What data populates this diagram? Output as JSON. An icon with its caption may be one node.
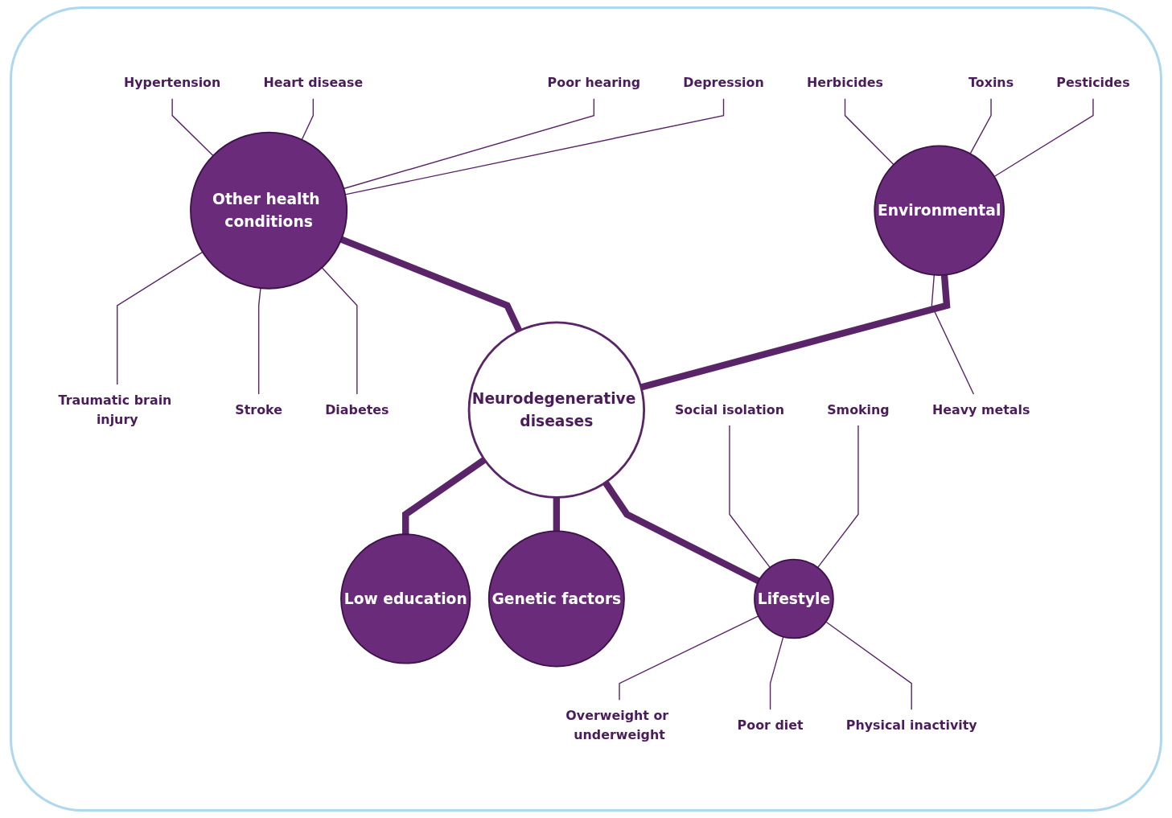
{
  "diagram": {
    "nodes": [
      {
        "text": [
          "Pesticides"
        ]
      },
      {
        "text": [
          "Toxins"
        ]
      },
      {
        "text": [
          "Environmental"
        ]
      },
      {
        "text": [
          "Herbicides"
        ]
      },
      {
        "text": [
          "Heavy metals"
        ]
      },
      {
        "text": [
          "Depression"
        ]
      },
      {
        "text": [
          "Poor hearing"
        ]
      },
      {
        "text": [
          "Heart disease"
        ]
      },
      {
        "text": [
          "Hypertension"
        ]
      },
      {
        "text": [
          "Other health conditions"
        ]
      },
      {
        "text": [
          "Diabetes"
        ]
      },
      {
        "text": [
          "Stroke"
        ]
      },
      {
        "text": [
          "Traumatic brain injury"
        ]
      },
      {
        "text": [
          "Social isolation"
        ]
      },
      {
        "text": [
          "Smoking"
        ]
      },
      {
        "text": [
          "Neurodegenerative diseases"
        ]
      },
      {
        "text": [
          "Lifestyle"
        ]
      },
      {
        "text": [
          "Physical inactivity"
        ]
      },
      {
        "text": [
          "Poor diet"
        ]
      },
      {
        "text": [
          "Genetic factors"
        ]
      },
      {
        "text": [
          "Overweight or underweight"
        ]
      },
      {
        "text": [
          "Low education"
        ]
      }
    ],
    "edges": [
      {
        "from": 15,
        "to": 2,
        "arrow": "none",
        "style": "thick"
      },
      {
        "from": 15,
        "to": 9,
        "arrow": "none",
        "style": "thick"
      },
      {
        "from": 15,
        "to": 16,
        "arrow": "none",
        "style": "thick"
      },
      {
        "from": 15,
        "to": 19,
        "arrow": "none",
        "style": "thick"
      },
      {
        "from": 15,
        "to": 21,
        "arrow": "none",
        "style": "thick"
      },
      {
        "from": 0,
        "to": 2,
        "arrow": "none"
      },
      {
        "from": 1,
        "to": 2,
        "arrow": "none"
      },
      {
        "from": 3,
        "to": 2,
        "arrow": "none"
      },
      {
        "from": 4,
        "to": 2,
        "arrow": "none"
      },
      {
        "from": 5,
        "to": 9,
        "arrow": "none"
      },
      {
        "from": 6,
        "to": 9,
        "arrow": "none"
      },
      {
        "from": 7,
        "to": 9,
        "arrow": "none"
      },
      {
        "from": 8,
        "to": 9,
        "arrow": "none"
      },
      {
        "from": 10,
        "to": 9,
        "arrow": "none"
      },
      {
        "from": 11,
        "to": 9,
        "arrow": "none"
      },
      {
        "from": 12,
        "to": 9,
        "arrow": "none"
      },
      {
        "from": 13,
        "to": 16,
        "arrow": "none"
      },
      {
        "from": 14,
        "to": 16,
        "arrow": "none"
      },
      {
        "from": 17,
        "to": 16,
        "arrow": "none"
      },
      {
        "from": 18,
        "to": 16,
        "arrow": "none"
      },
      {
        "from": 20,
        "to": 16,
        "arrow": "none"
      }
    ]
  }
}
